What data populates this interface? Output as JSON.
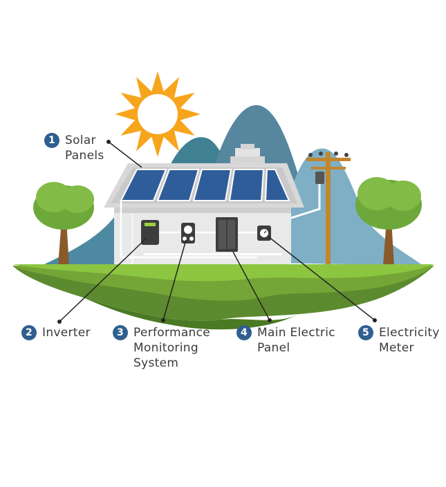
{
  "colors": {
    "badge": "#2f5f8f",
    "solar_panel": "#2f5d9a",
    "grass": "#8cc641",
    "sun": "#f7a51c",
    "mountain": "#5b93b0",
    "trunk": "#8a5a2b",
    "tree": "#6ea83a"
  },
  "labels": [
    {
      "number": "1",
      "lines": [
        "Solar",
        "Panels"
      ]
    },
    {
      "number": "2",
      "lines": [
        "Inverter"
      ]
    },
    {
      "number": "3",
      "lines": [
        "Performance",
        "Monitoring",
        "System"
      ]
    },
    {
      "number": "4",
      "lines": [
        "Main Electric",
        "Panel"
      ]
    },
    {
      "number": "5",
      "lines": [
        "Electricity",
        "Meter"
      ]
    }
  ]
}
